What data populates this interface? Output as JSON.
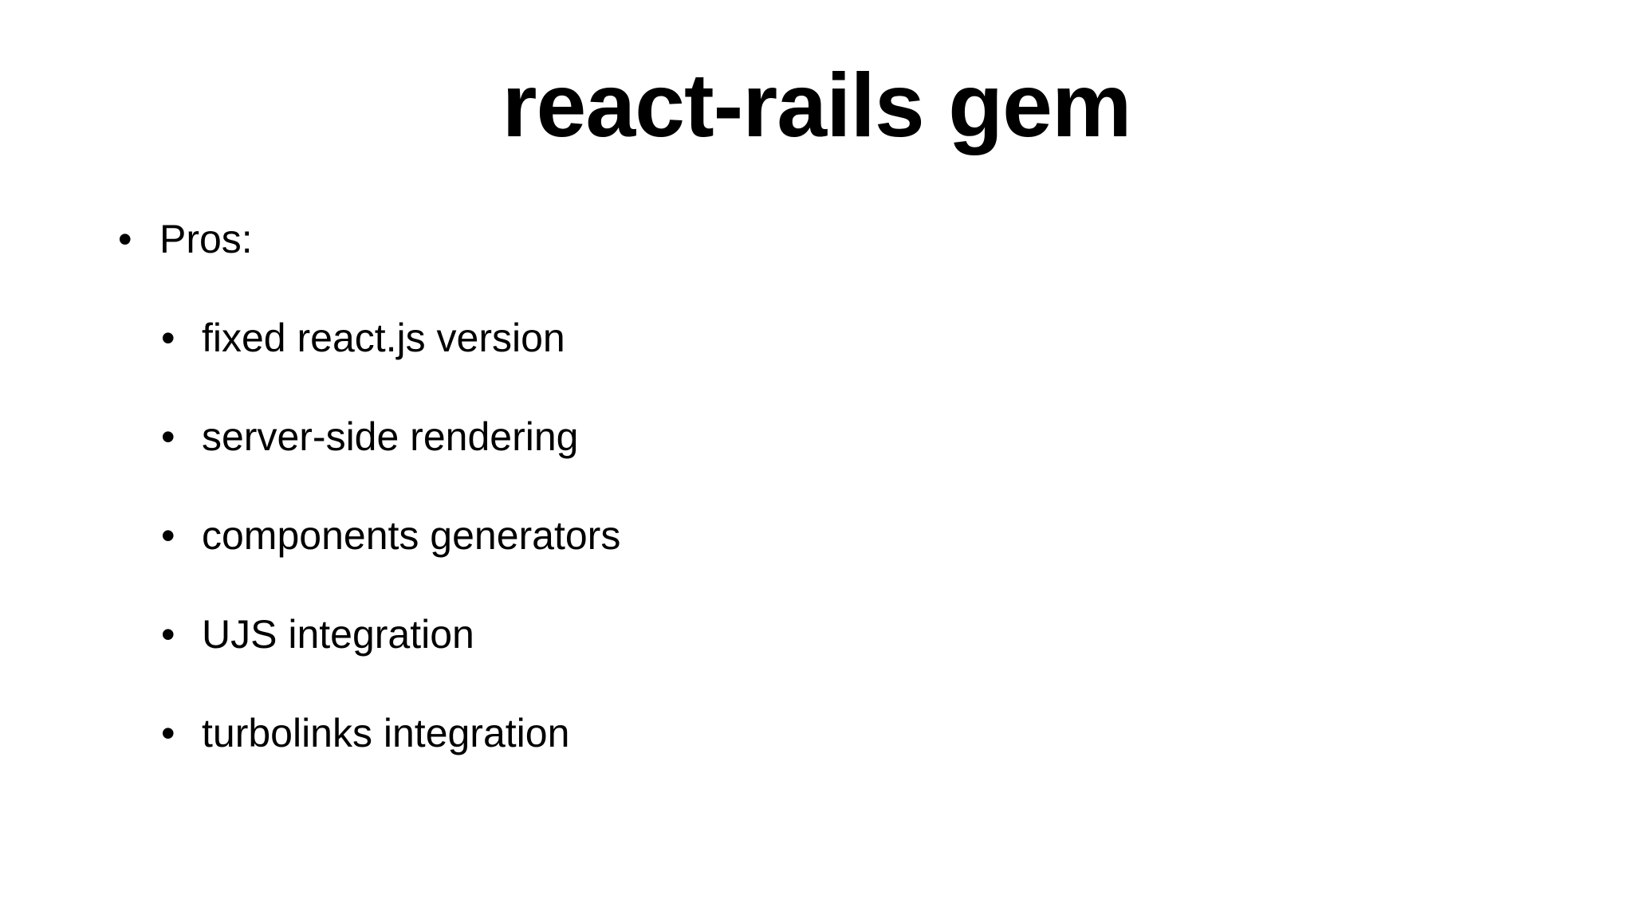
{
  "slide": {
    "title": "react-rails gem",
    "bullet_glyph": "•",
    "list": {
      "level1_label": "Pros:",
      "items": [
        "fixed react.js version",
        "server-side rendering",
        "components generators",
        "UJS integration",
        "turbolinks integration"
      ]
    },
    "colors": {
      "background": "#ffffff",
      "text": "#000000"
    }
  }
}
